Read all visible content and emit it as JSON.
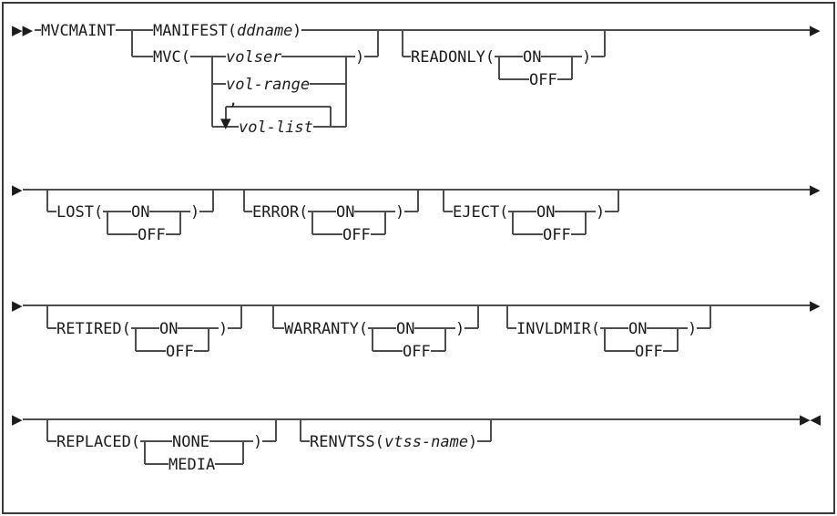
{
  "diagram": {
    "type": "railroad-syntax-diagram",
    "command": "MVCMAINT",
    "colors": {
      "background": "#ffffff",
      "line": "#4d4d4d",
      "text": "#1c1c1c",
      "border": "#262626"
    },
    "rows": [
      {
        "start_symbol": "▶▶",
        "command": "MVCMAINT",
        "branch": {
          "manifest": {
            "keyword": "MANIFEST(",
            "variable": "ddname",
            "close": ")"
          },
          "mvc": {
            "keyword": "MVC(",
            "alternatives": [
              "volser",
              "vol-range",
              "vol-list"
            ],
            "loop_separator": ",",
            "loop_arrow": "▼",
            "close": ")"
          }
        },
        "options": [
          {
            "keyword": "READONLY(",
            "choices": [
              "ON",
              "OFF"
            ],
            "close": ")"
          }
        ],
        "end_symbol": "▶"
      },
      {
        "start_symbol": "▶",
        "options": [
          {
            "keyword": "LOST(",
            "choices": [
              "ON",
              "OFF"
            ],
            "close": ")"
          },
          {
            "keyword": "ERROR(",
            "choices": [
              "ON",
              "OFF"
            ],
            "close": ")"
          },
          {
            "keyword": "EJECT(",
            "choices": [
              "ON",
              "OFF"
            ],
            "close": ")"
          }
        ],
        "end_symbol": "▶"
      },
      {
        "start_symbol": "▶",
        "options": [
          {
            "keyword": "RETIRED(",
            "choices": [
              "ON",
              "OFF"
            ],
            "close": ")"
          },
          {
            "keyword": "WARRANTY(",
            "choices": [
              "ON",
              "OFF"
            ],
            "close": ")"
          },
          {
            "keyword": "INVLDMIR(",
            "choices": [
              "ON",
              "OFF"
            ],
            "close": ")"
          }
        ],
        "end_symbol": "▶"
      },
      {
        "start_symbol": "▶",
        "options": [
          {
            "keyword": "REPLACED(",
            "choices": [
              "NONE",
              "MEDIA"
            ],
            "close": ")"
          },
          {
            "keyword": "RENVTSS(",
            "variable": "vtss-name",
            "close": ")"
          }
        ],
        "end_symbol": "▶◀"
      }
    ]
  }
}
